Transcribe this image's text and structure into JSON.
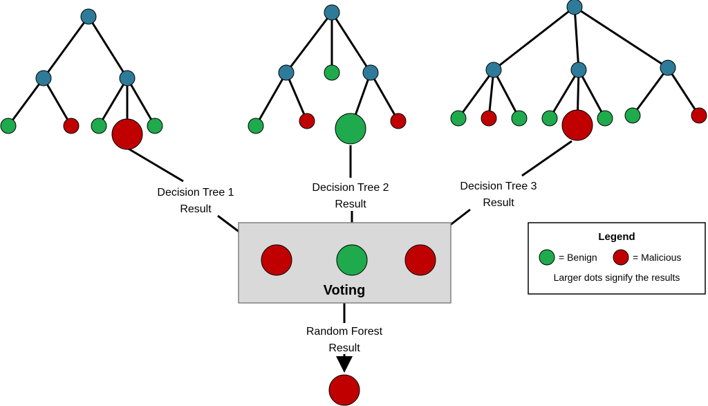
{
  "colors": {
    "internal_node": "#2e7b99",
    "benign": "#1faa4d",
    "malicious": "#c00000",
    "voting_box": "#d9d9d9",
    "line": "#000000"
  },
  "labels": {
    "tree1": [
      "Decision Tree 1",
      "Result"
    ],
    "tree2": [
      "Decision Tree 2",
      "Result"
    ],
    "tree3": [
      "Decision Tree 3",
      "Result"
    ],
    "random_forest": [
      "Random Forest",
      "Result"
    ]
  },
  "voting": {
    "title": "Voting",
    "votes": [
      "malicious",
      "benign",
      "malicious"
    ]
  },
  "final_result": "malicious",
  "legend": {
    "title": "Legend",
    "benign_label": "= Benign",
    "malicious_label": "= Malicious",
    "note": "Larger dots signify the results"
  },
  "trees": [
    {
      "result": "malicious",
      "children": [
        {
          "children": [
            "benign",
            "malicious"
          ]
        },
        {
          "children": [
            "benign",
            "RESULT",
            "benign"
          ]
        }
      ]
    },
    {
      "result": "benign",
      "children": [
        {
          "children": [
            "benign",
            "malicious"
          ]
        },
        "benign",
        {
          "children": [
            "RESULT",
            "malicious"
          ]
        }
      ]
    },
    {
      "result": "malicious",
      "children": [
        {
          "children": [
            "benign",
            "malicious",
            "benign"
          ]
        },
        {
          "children": [
            "benign",
            "RESULT",
            "benign"
          ]
        },
        {
          "children": [
            "benign",
            "malicious"
          ]
        }
      ]
    }
  ]
}
